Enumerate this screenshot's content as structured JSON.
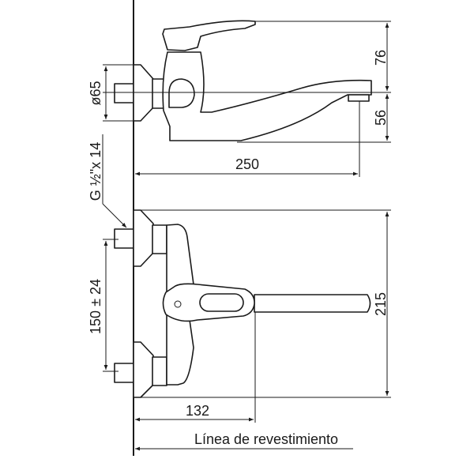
{
  "title": "Wall-mounted single-lever mixer technical drawing",
  "dimensions": {
    "flange_diameter": "ø65",
    "height_above_axis": "76",
    "height_below_axis": "56",
    "spout_reach": "250",
    "thread": "G ½\"x 14",
    "inlet_spacing": "150 ± 24",
    "total_height": "215",
    "lever_reach": "132"
  },
  "wall_label": "Línea de revestimiento",
  "colors": {
    "line": "#1a1a1a",
    "background": "#ffffff"
  }
}
